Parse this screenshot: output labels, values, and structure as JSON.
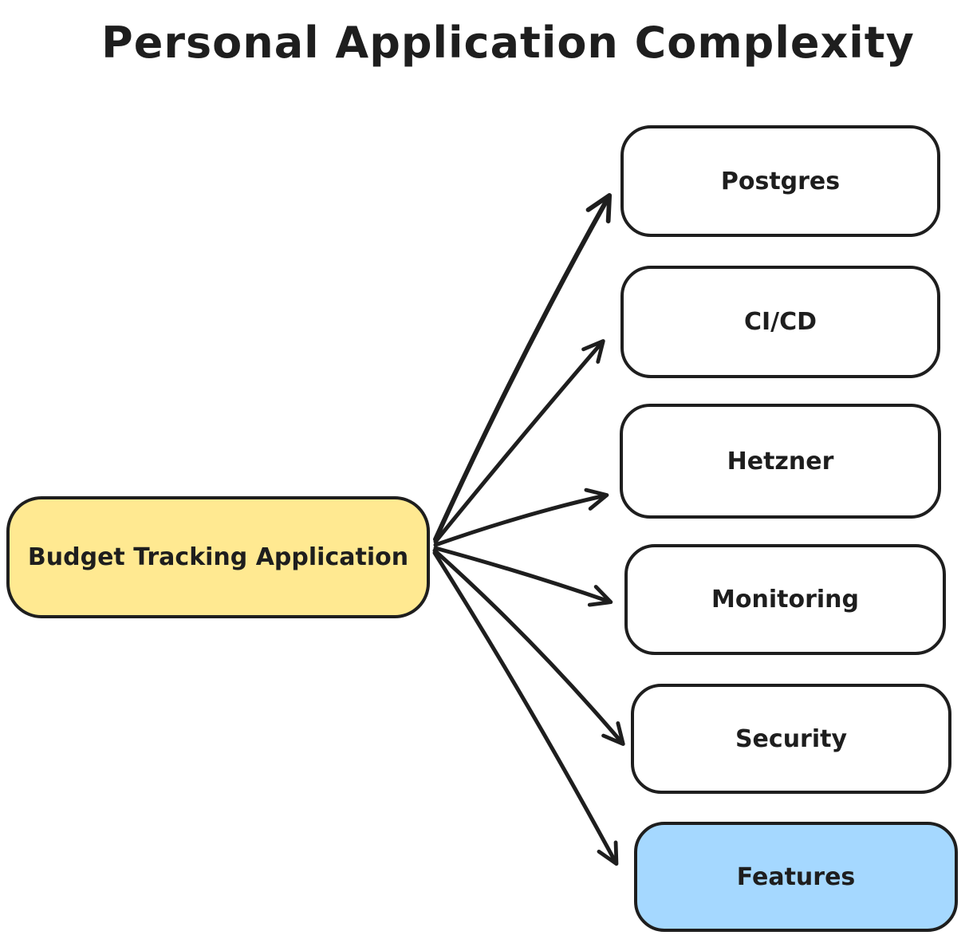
{
  "title": "Personal Application Complexity",
  "diagram": {
    "center_node": {
      "label": "Budget Tracking Application",
      "fill": "#ffe991",
      "stroke": "#1e1e1e"
    },
    "target_nodes": [
      {
        "id": "postgres",
        "label": "Postgres",
        "fill": "#ffffff"
      },
      {
        "id": "cicd",
        "label": "CI/CD",
        "fill": "#ffffff"
      },
      {
        "id": "hetzner",
        "label": "Hetzner",
        "fill": "#ffffff"
      },
      {
        "id": "monitoring",
        "label": "Monitoring",
        "fill": "#ffffff"
      },
      {
        "id": "security",
        "label": "Security",
        "fill": "#ffffff"
      },
      {
        "id": "features",
        "label": "Features",
        "fill": "#a5d8ff"
      }
    ],
    "edges": [
      {
        "from": "Budget Tracking Application",
        "to": "Postgres"
      },
      {
        "from": "Budget Tracking Application",
        "to": "CI/CD"
      },
      {
        "from": "Budget Tracking Application",
        "to": "Hetzner"
      },
      {
        "from": "Budget Tracking Application",
        "to": "Monitoring"
      },
      {
        "from": "Budget Tracking Application",
        "to": "Security"
      },
      {
        "from": "Budget Tracking Application",
        "to": "Features"
      }
    ],
    "colors": {
      "background": "#ffffff",
      "stroke": "#1e1e1e",
      "center_fill": "#ffe991",
      "features_fill": "#a5d8ff"
    }
  }
}
